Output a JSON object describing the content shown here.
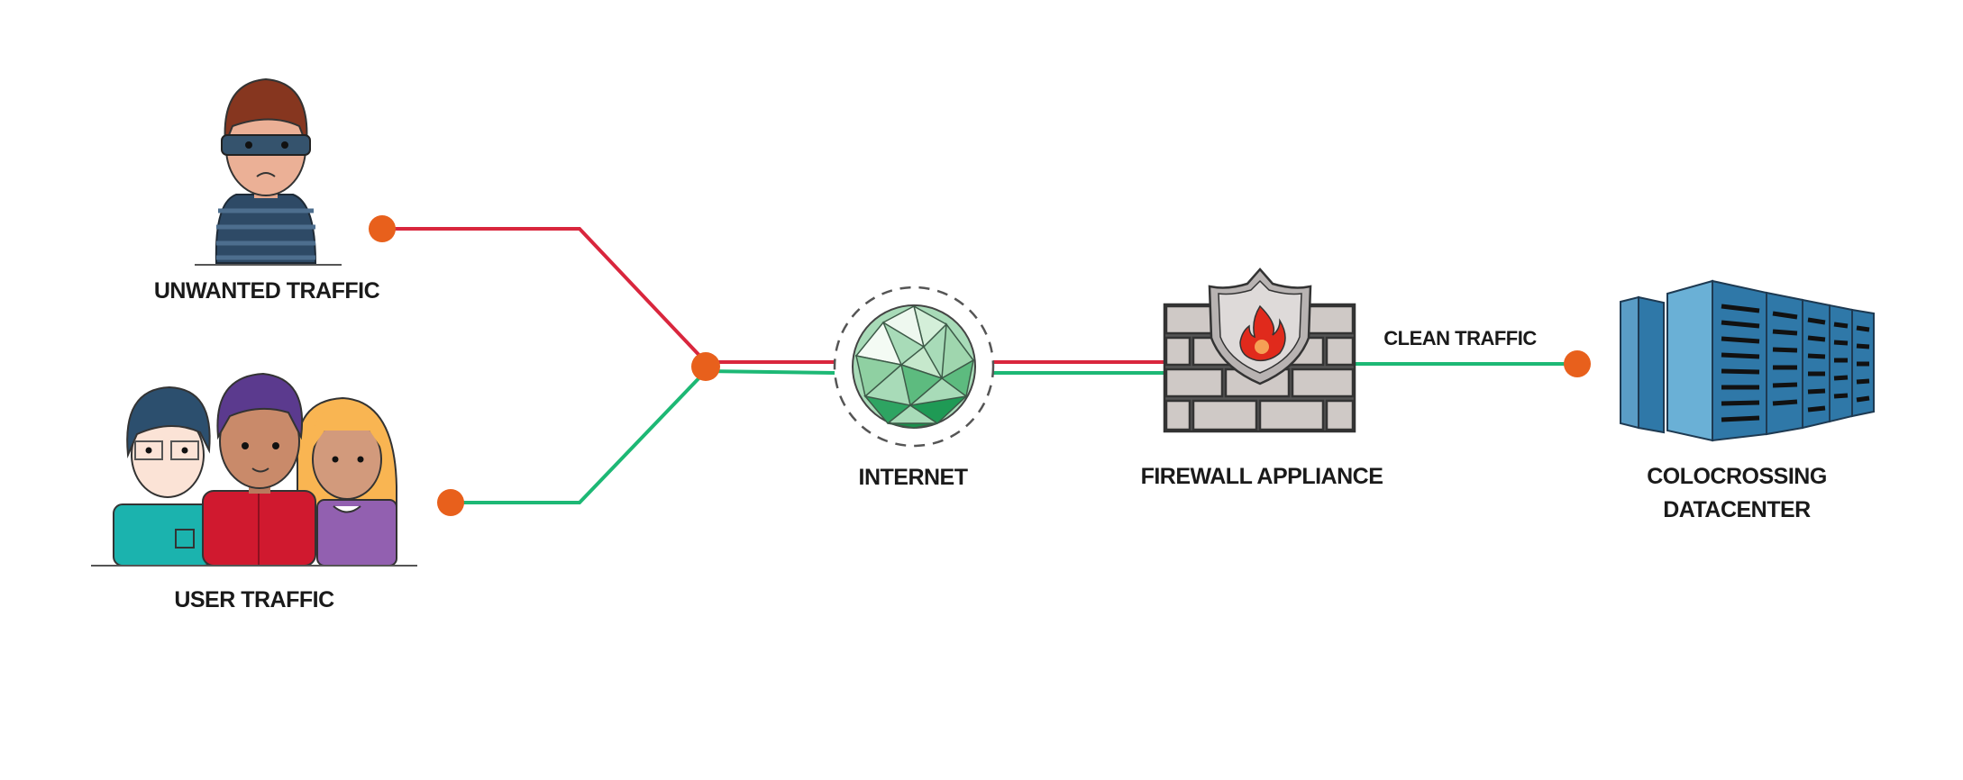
{
  "nodes": {
    "unwanted": {
      "label": "UNWANTED TRAFFIC"
    },
    "users": {
      "label": "USER TRAFFIC"
    },
    "internet": {
      "label": "INTERNET"
    },
    "firewall": {
      "label": "FIREWALL APPLIANCE"
    },
    "datacenter": {
      "label_line1": "COLOCROSSING",
      "label_line2": "DATACENTER"
    }
  },
  "links": {
    "clean": {
      "label": "CLEAN TRAFFIC"
    }
  },
  "colors": {
    "unwanted_line": "#d9263d",
    "user_line": "#1db875",
    "node_dot": "#e8601c",
    "globe": "#3dae6e",
    "server": "#3a7fae"
  }
}
